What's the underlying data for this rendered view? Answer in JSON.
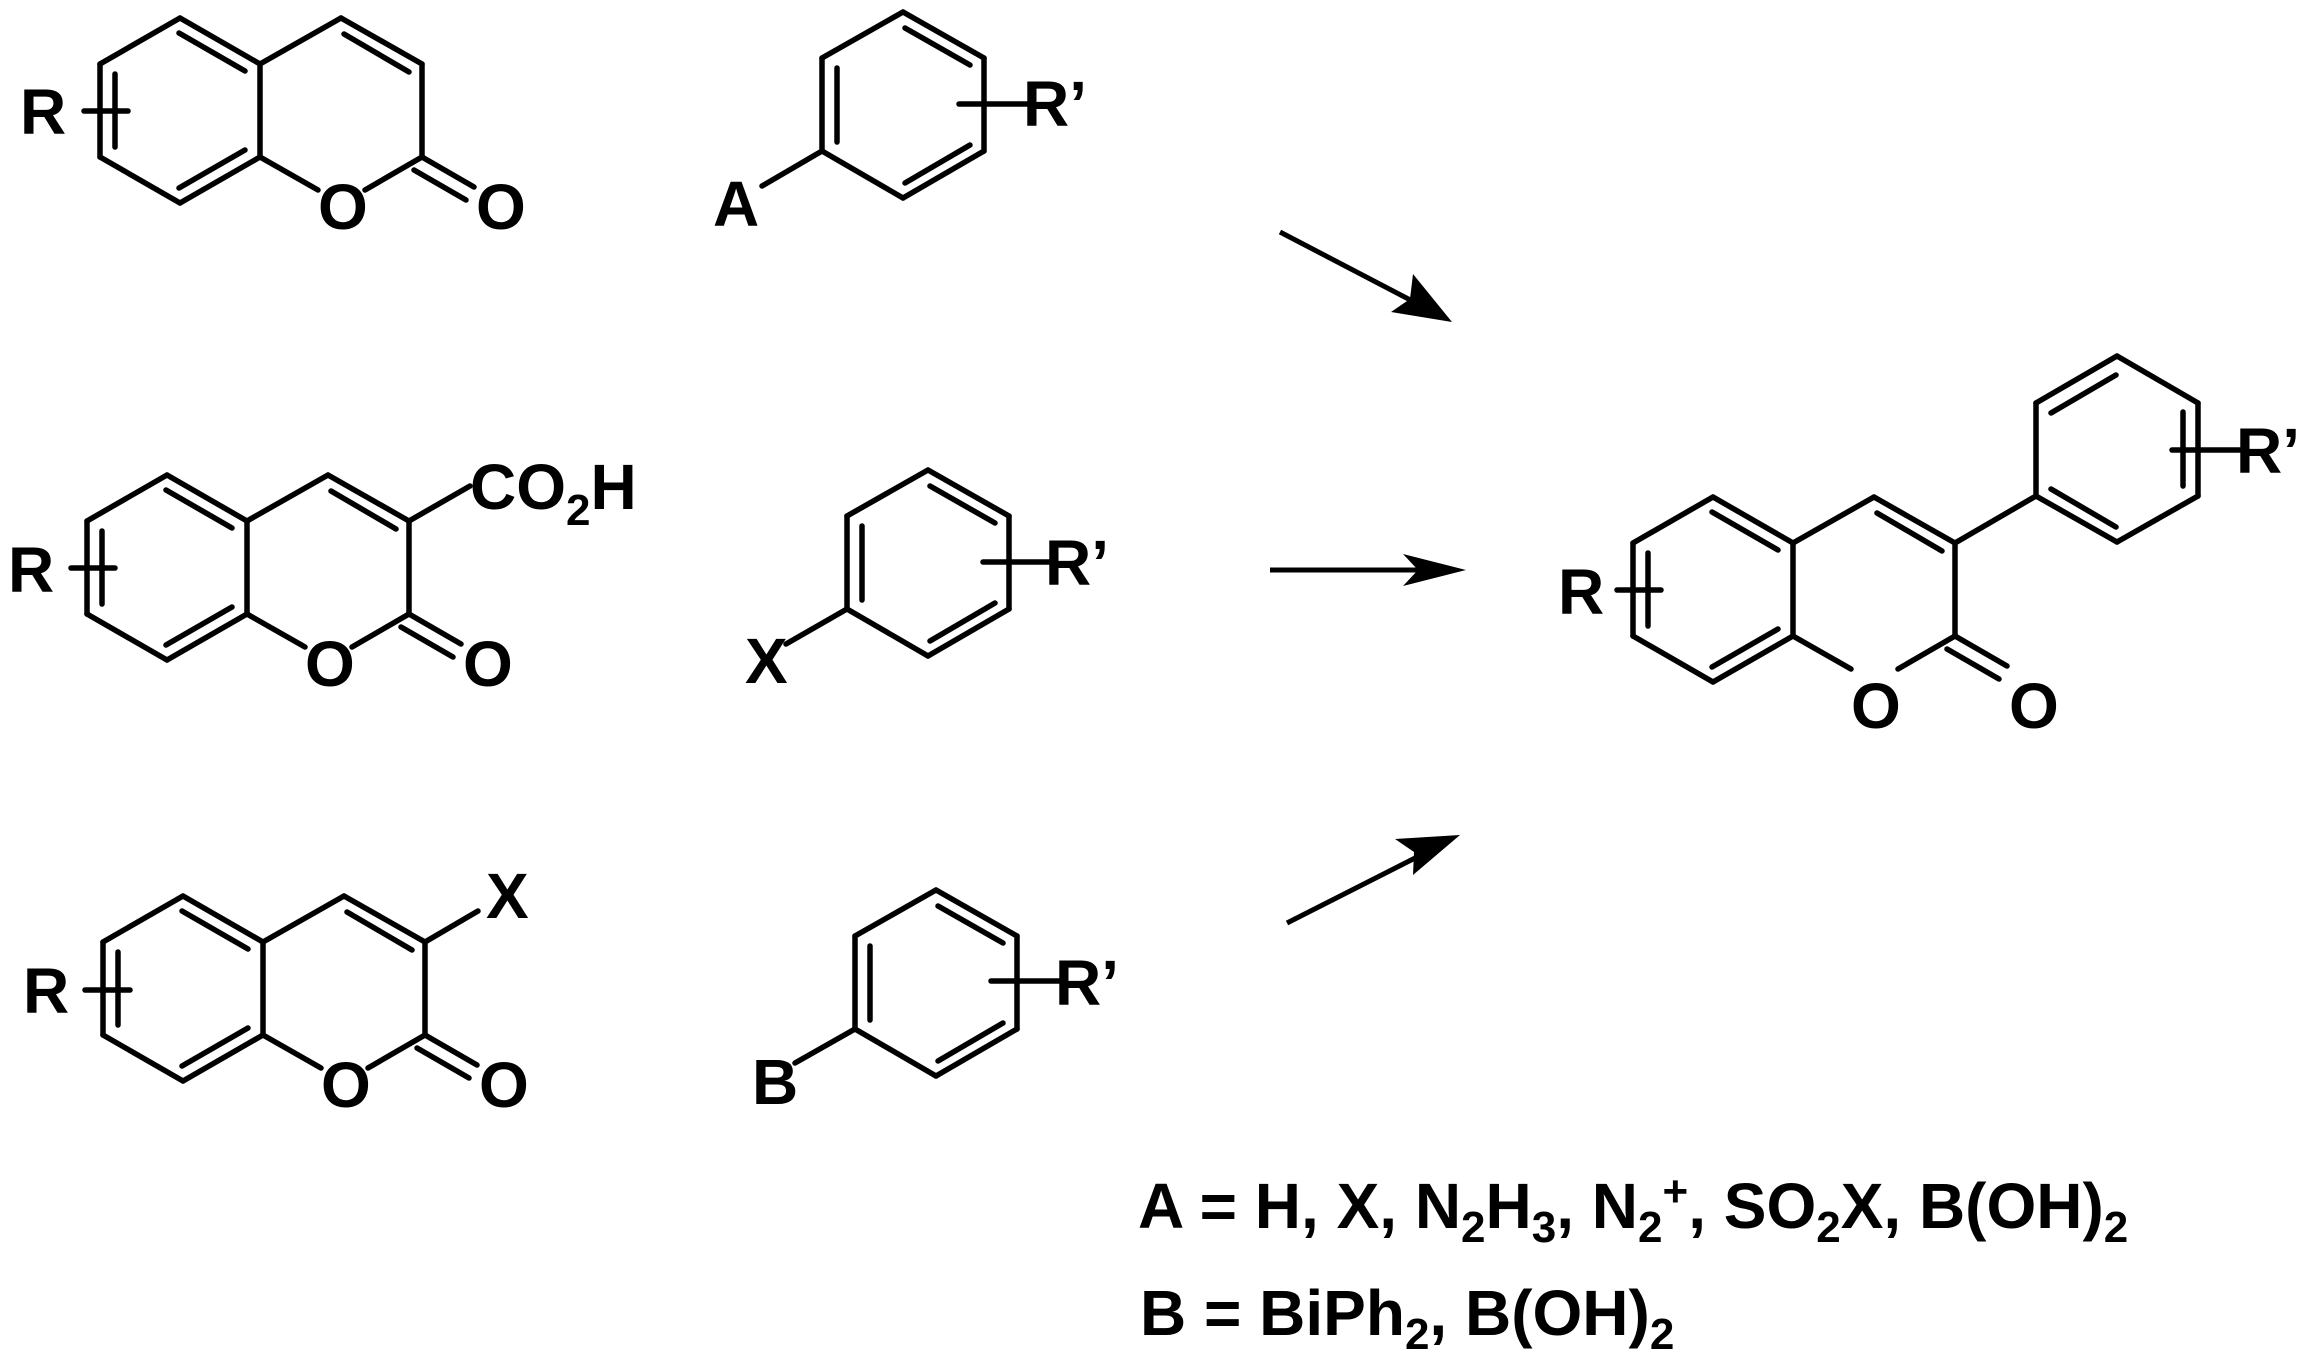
{
  "structures": {
    "coumarin_1": {
      "R": "R",
      "O_ring": "O",
      "O_carbonyl": "O"
    },
    "arene_1": {
      "substituent": "R’",
      "group": "A"
    },
    "coumarin_2": {
      "R": "R",
      "O_ring": "O",
      "O_carbonyl": "O",
      "acid": {
        "pre": "CO",
        "sub": "2",
        "post": "H"
      }
    },
    "arene_2": {
      "substituent": "R’",
      "group": "X"
    },
    "coumarin_3": {
      "R": "R",
      "O_ring": "O",
      "O_carbonyl": "O",
      "halogen": "X"
    },
    "arene_3": {
      "substituent": "R’",
      "group": "B"
    },
    "product": {
      "R": "R",
      "R_prime": "R’",
      "O_ring": "O",
      "O_carbonyl": "O"
    }
  },
  "definitions": {
    "A": {
      "lead": "A = H, X, N",
      "n2h3_sub1": "2",
      "n2h3_mid": "H",
      "n2h3_sub2": "3",
      "sep1": ", N",
      "n2_sub": "2",
      "n2_sup": "+",
      "so2_pre": ", SO",
      "so2_sub": "2",
      "tail": "X, B(OH)",
      "tail_sub": "2"
    },
    "B": {
      "lead": "B = BiPh",
      "biph_sub": "2",
      "tail": ", B(OH)",
      "tail_sub": "2"
    }
  },
  "arrows": [
    "arrow-down-right",
    "arrow-right",
    "arrow-up-right"
  ]
}
